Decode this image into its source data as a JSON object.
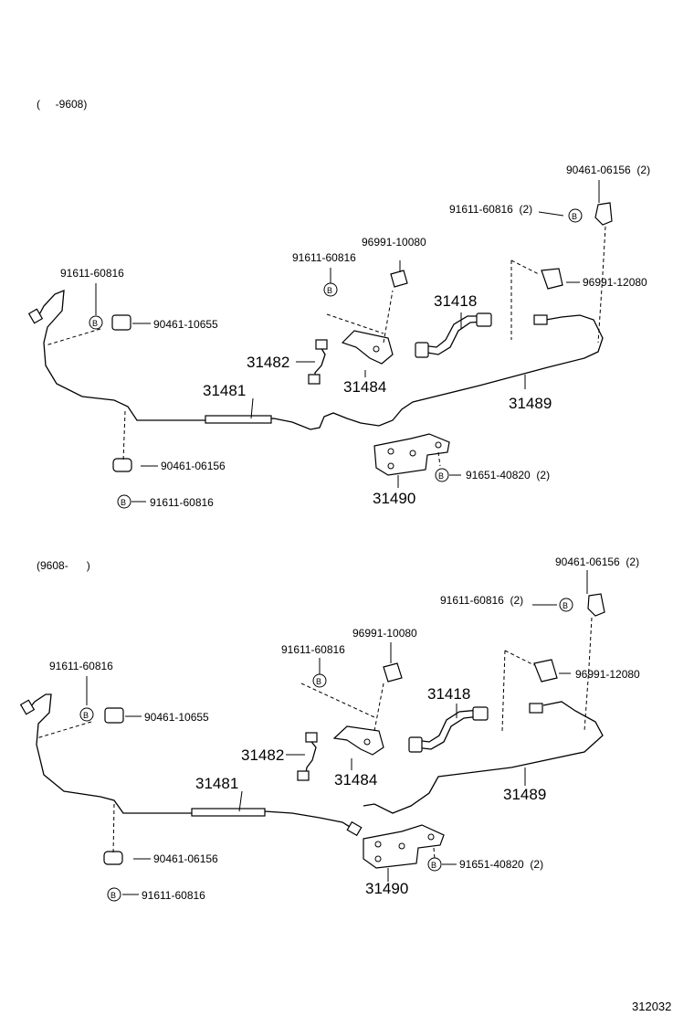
{
  "diagram_id": "312032",
  "sections": [
    {
      "range_label": "(     -9608)",
      "labels": {
        "l1": "90461-06156  (2)",
        "l2": "91611-60816  (2)",
        "l3": "96991-10080",
        "l4": "91611-60816",
        "l5": "91611-60816",
        "l6": "96991-12080",
        "l7": "90461-10655",
        "l8": "90461-06156",
        "l9": "91611-60816",
        "l10": "91651-40820  (2)"
      },
      "parts": {
        "p31418": "31418",
        "p31482": "31482",
        "p31484": "31484",
        "p31481": "31481",
        "p31489": "31489",
        "p31490": "31490"
      }
    },
    {
      "range_label": "(9608-      )",
      "labels": {
        "l1": "90461-06156  (2)",
        "l2": "91611-60816  (2)",
        "l3": "96991-10080",
        "l4": "91611-60816",
        "l5": "91611-60816",
        "l6": "96991-12080",
        "l7": "90461-10655",
        "l8": "90461-06156",
        "l9": "91611-60816",
        "l10": "91651-40820  (2)"
      },
      "parts": {
        "p31418": "31418",
        "p31482": "31482",
        "p31484": "31484",
        "p31481": "31481",
        "p31489": "31489",
        "p31490": "31490"
      }
    }
  ],
  "bolt_symbol": "B"
}
